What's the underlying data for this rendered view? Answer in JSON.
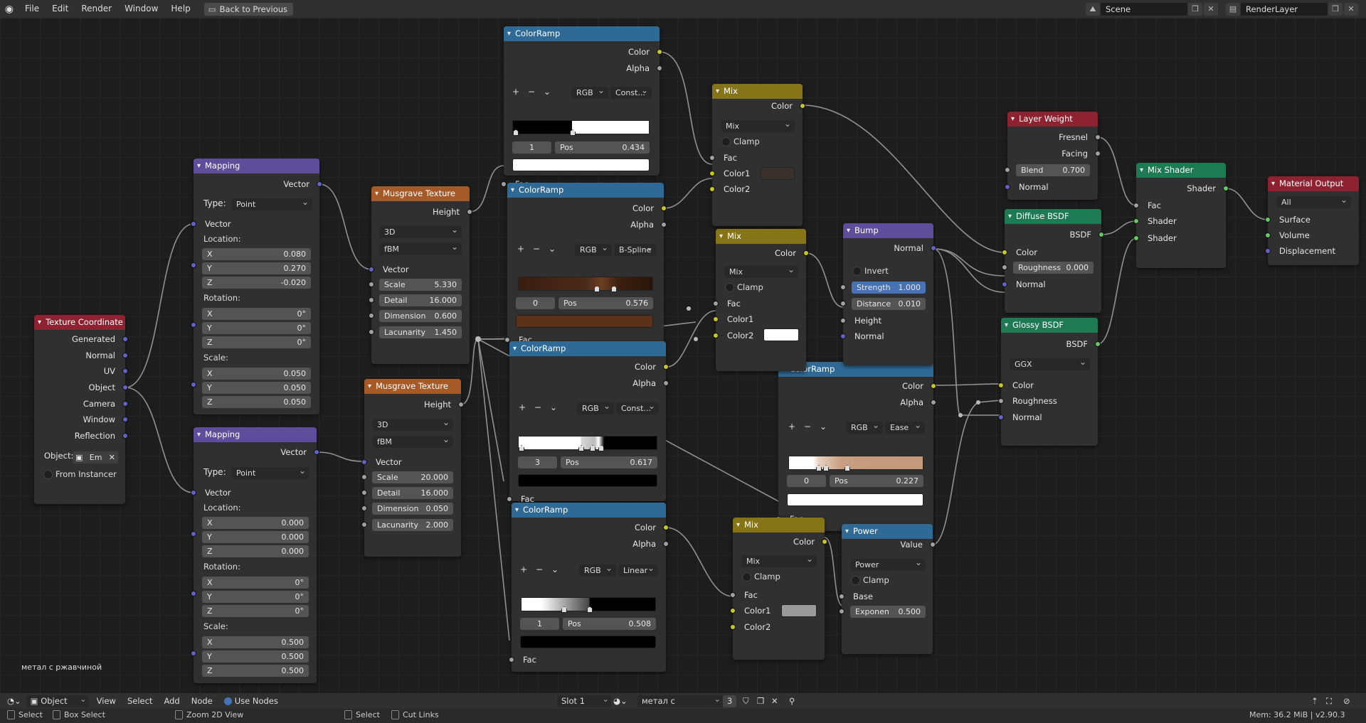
{
  "topbar": {
    "menus": [
      "File",
      "Edit",
      "Render",
      "Window",
      "Help"
    ],
    "back_button": "Back to Previous",
    "scene": "Scene",
    "render_layer": "RenderLayer"
  },
  "nodes": {
    "texcoord": {
      "title": "Texture Coordinate",
      "outputs": [
        "Generated",
        "Normal",
        "UV",
        "Object",
        "Camera",
        "Window",
        "Reflection"
      ],
      "object_label": "Object:",
      "object_value": "Em",
      "from_instancer": "From Instancer"
    },
    "mapping1": {
      "title": "Mapping",
      "out": "Vector",
      "type_label": "Type:",
      "type_value": "Point",
      "vector": "Vector",
      "location": "Location:",
      "loc": [
        "0.080",
        "0.270",
        "-0.020"
      ],
      "rotation": "Rotation:",
      "rot": [
        "0°",
        "0°",
        "0°"
      ],
      "scale": "Scale:",
      "scl": [
        "0.050",
        "0.050",
        "0.050"
      ],
      "axes": [
        "X",
        "Y",
        "Z"
      ]
    },
    "mapping2": {
      "title": "Mapping",
      "out": "Vector",
      "type_label": "Type:",
      "type_value": "Point",
      "vector": "Vector",
      "location": "Location:",
      "loc": [
        "0.000",
        "0.000",
        "0.000"
      ],
      "rotation": "Rotation:",
      "rot": [
        "0°",
        "0°",
        "0°"
      ],
      "scale": "Scale:",
      "scl": [
        "0.500",
        "0.500",
        "0.500"
      ],
      "axes": [
        "X",
        "Y",
        "Z"
      ]
    },
    "musgrave1": {
      "title": "Musgrave Texture",
      "out": "Height",
      "dim": "3D",
      "type": "fBM",
      "vector": "Vector",
      "fields": [
        {
          "label": "Scale",
          "value": "5.330"
        },
        {
          "label": "Detail",
          "value": "16.000"
        },
        {
          "label": "Dimension",
          "value": "0.600"
        },
        {
          "label": "Lacunarity",
          "value": "1.450"
        }
      ]
    },
    "musgrave2": {
      "title": "Musgrave Texture",
      "out": "Height",
      "dim": "3D",
      "type": "fBM",
      "vector": "Vector",
      "fields": [
        {
          "label": "Scale",
          "value": "20.000"
        },
        {
          "label": "Detail",
          "value": "16.000"
        },
        {
          "label": "Dimension",
          "value": "0.050"
        },
        {
          "label": "Lacunarity",
          "value": "2.000"
        }
      ]
    },
    "ramp1": {
      "title": "ColorRamp",
      "color": "Color",
      "alpha": "Alpha",
      "mode": "RGB",
      "interp": "Const...",
      "index": "1",
      "pos_label": "Pos",
      "pos": "0.434",
      "fac": "Fac"
    },
    "ramp2": {
      "title": "ColorRamp",
      "color": "Color",
      "alpha": "Alpha",
      "mode": "RGB",
      "interp": "B-Spline",
      "index": "0",
      "pos_label": "Pos",
      "pos": "0.576",
      "fac": "Fac"
    },
    "ramp3": {
      "title": "ColorRamp",
      "color": "Color",
      "alpha": "Alpha",
      "mode": "RGB",
      "interp": "Const...",
      "index": "3",
      "pos_label": "Pos",
      "pos": "0.617",
      "fac": "Fac"
    },
    "ramp4": {
      "title": "ColorRamp",
      "color": "Color",
      "alpha": "Alpha",
      "mode": "RGB",
      "interp": "Linear",
      "index": "1",
      "pos_label": "Pos",
      "pos": "0.508",
      "fac": "Fac"
    },
    "ramp5": {
      "title": "ColorRamp",
      "color": "Color",
      "alpha": "Alpha",
      "mode": "RGB",
      "interp": "Ease",
      "index": "0",
      "pos_label": "Pos",
      "pos": "0.227",
      "fac": "Fac"
    },
    "mix1": {
      "title": "Mix",
      "out": "Color",
      "blend": "Mix",
      "clamp": "Clamp",
      "fac": "Fac",
      "c1": "Color1",
      "c2": "Color2"
    },
    "mix2": {
      "title": "Mix",
      "out": "Color",
      "blend": "Mix",
      "clamp": "Clamp",
      "fac": "Fac",
      "c1": "Color1",
      "c2": "Color2"
    },
    "mix3": {
      "title": "Mix",
      "out": "Color",
      "blend": "Mix",
      "clamp": "Clamp",
      "fac": "Fac",
      "c1": "Color1",
      "c2": "Color2"
    },
    "bump": {
      "title": "Bump",
      "out": "Normal",
      "invert": "Invert",
      "strength_label": "Strength",
      "strength": "1.000",
      "distance_label": "Distance",
      "distance": "0.010",
      "height": "Height",
      "normal": "Normal"
    },
    "power": {
      "title": "Power",
      "out": "Value",
      "op": "Power",
      "clamp": "Clamp",
      "base": "Base",
      "exp_label": "Exponen",
      "exp": "0.500"
    },
    "layerweight": {
      "title": "Layer Weight",
      "fresnel": "Fresnel",
      "facing": "Facing",
      "blend_label": "Blend",
      "blend": "0.700",
      "normal": "Normal"
    },
    "diffuse": {
      "title": "Diffuse BSDF",
      "out": "BSDF",
      "color": "Color",
      "rough_label": "Roughness",
      "rough": "0.000",
      "normal": "Normal"
    },
    "glossy": {
      "title": "Glossy BSDF",
      "out": "BSDF",
      "dist": "GGX",
      "color": "Color",
      "roughness": "Roughness",
      "normal": "Normal"
    },
    "mixshader": {
      "title": "Mix Shader",
      "out": "Shader",
      "fac": "Fac",
      "s1": "Shader",
      "s2": "Shader"
    },
    "output": {
      "title": "Material Output",
      "target": "All",
      "surface": "Surface",
      "volume": "Volume",
      "displacement": "Displacement"
    }
  },
  "material_label": "метал с ржавчиной",
  "header": {
    "mode": "Object",
    "menus": [
      "View",
      "Select",
      "Add",
      "Node"
    ],
    "use_nodes": "Use Nodes",
    "slot": "Slot 1",
    "material": "метал с ржавчиной",
    "users": "3"
  },
  "statusbar": {
    "select": "Select",
    "box_select": "Box Select",
    "zoom": "Zoom 2D View",
    "select2": "Select",
    "cut_links": "Cut Links",
    "mem": "Mem: 36.2 MiB | v2.90.3"
  },
  "colors": {
    "socket_color": "#c7c729",
    "socket_value": "#a1a1a1",
    "socket_vector": "#6363c7",
    "socket_shader": "#63c763",
    "highlight_strength": "#4772b3"
  }
}
